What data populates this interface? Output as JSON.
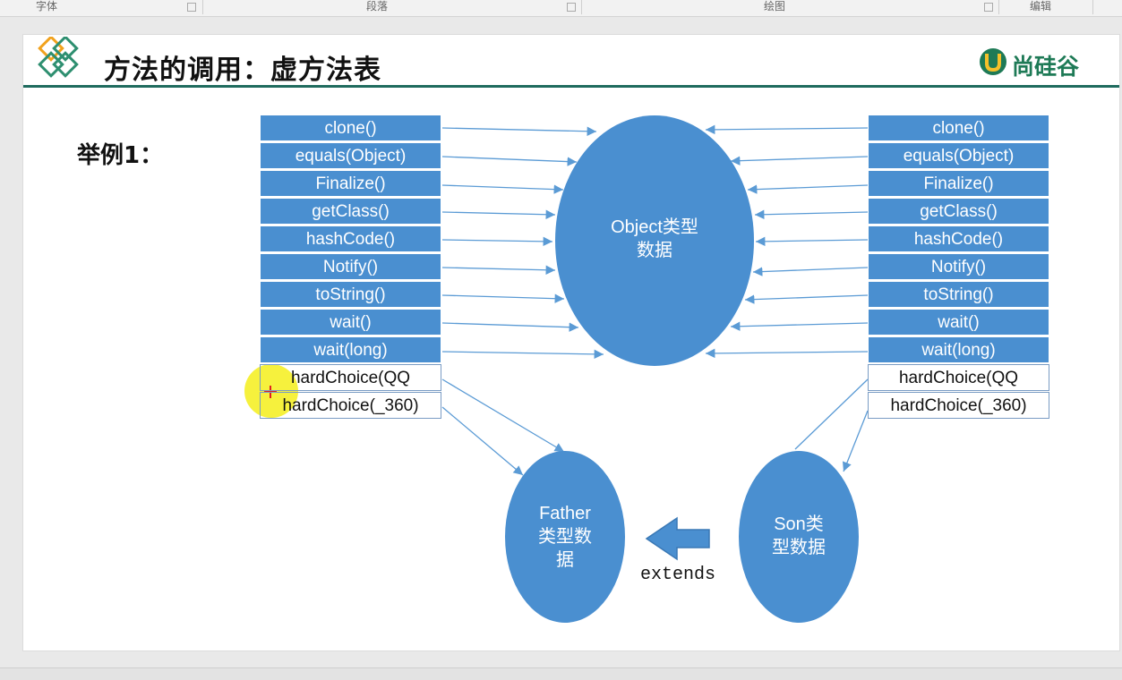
{
  "ribbon": {
    "groups": [
      "字体",
      "段落",
      "绘图",
      "编辑"
    ]
  },
  "slide": {
    "title": "方法的调用：虚方法表",
    "brand": "尚硅谷",
    "example_label": "举例1："
  },
  "diagram": {
    "left_methods": [
      "clone()",
      "equals(Object)",
      "Finalize()",
      "getClass()",
      "hashCode()",
      "Notify()",
      "toString()",
      "wait()",
      "wait(long)"
    ],
    "left_own": [
      "hardChoice(QQ",
      "hardChoice(_360)"
    ],
    "right_methods": [
      "clone()",
      "equals(Object)",
      "Finalize()",
      "getClass()",
      "hashCode()",
      "Notify()",
      "toString()",
      "wait()",
      "wait(long)"
    ],
    "right_own": [
      "hardChoice(QQ",
      "hardChoice(_360)"
    ],
    "object_bubble": [
      "Object类型",
      "数据"
    ],
    "father_bubble": [
      "Father",
      "类型数",
      "据"
    ],
    "son_bubble": [
      "Son类",
      "型数据"
    ],
    "extends_label": "extends",
    "colors": {
      "box_blue": "#4a8fd0",
      "bubble_blue": "#4a8fd0",
      "arrow": "#5b9bd5",
      "highlight": "#f4ef1b"
    }
  }
}
